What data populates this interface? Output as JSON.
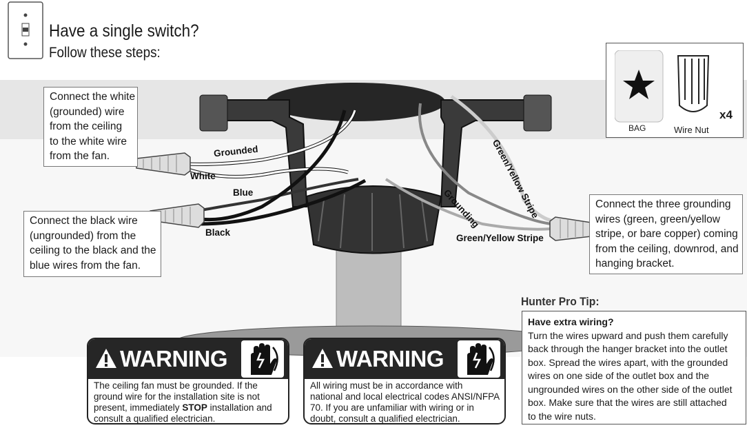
{
  "header": {
    "title": "Have a single switch?",
    "subtitle": "Follow these steps:"
  },
  "callouts": {
    "white_wire": [
      "Connect the white",
      "(grounded) wire",
      "from the ceiling",
      "to the white wire",
      "from the fan."
    ],
    "black_wire": [
      "Connect the black wire",
      "(ungrounded) from the",
      "ceiling to the black and the",
      "blue wires from the fan."
    ],
    "grounding": [
      "Connect the three grounding",
      "wires (green, green/yellow",
      "stripe, or bare copper) coming",
      "from the ceiling, downrod, and",
      "hanging bracket."
    ]
  },
  "wire_labels": {
    "grounded": "Grounded",
    "white": "White",
    "blue": "Blue",
    "black": "Black",
    "grounding": "Grounding",
    "green_yellow_1": "Green/Yellow Stripe",
    "green_yellow_2": "Green/Yellow Stripe"
  },
  "hardware": {
    "bag_label": "BAG",
    "wire_nut_label": "Wire Nut",
    "quantity": "x4"
  },
  "pro_tip": {
    "heading": "Hunter Pro Tip:",
    "subheading": "Have extra wiring?",
    "lines": [
      "Turn the wires upward and push them carefully",
      "back through the hanger bracket into the outlet",
      "box. Spread the wires apart, with the grounded",
      "wires on one side of the outlet box and the",
      "ungrounded wires on the other side of the outlet",
      "box. Make sure that the wires are still attached",
      "to the wire nuts."
    ]
  },
  "warnings": [
    {
      "title": "WARNING",
      "lines": [
        "The ceiling fan must be grounded. If the",
        "ground wire for the installation site is not",
        "present, immediately ",
        "STOP",
        " installation and",
        "consult a qualified electrician."
      ]
    },
    {
      "title": "WARNING",
      "lines": [
        "All wiring must be in accordance with",
        "national and local electrical codes ANSI/NFPA",
        "70.  If you are unfamiliar with wiring or in",
        "doubt, consult a qualified electrician."
      ]
    }
  ],
  "colors": {
    "band": "#e6e6e6",
    "warning_header": "#262626",
    "wire_black": "#111111",
    "bracket": "#3a3a3a"
  }
}
